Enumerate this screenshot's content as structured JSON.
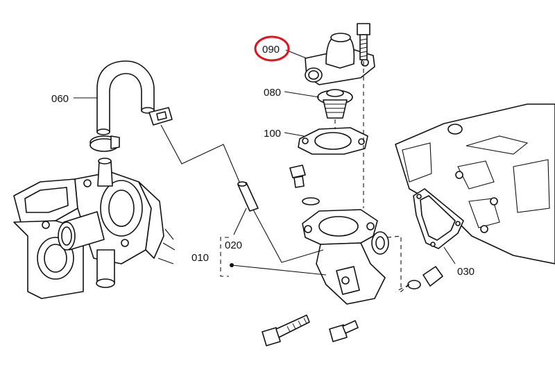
{
  "diagram": {
    "callouts": [
      {
        "id": "060",
        "text": "060"
      },
      {
        "id": "090",
        "text": "090",
        "highlighted": true
      },
      {
        "id": "080",
        "text": "080"
      },
      {
        "id": "100",
        "text": "100"
      },
      {
        "id": "010",
        "text": "010"
      },
      {
        "id": "020",
        "text": "020"
      },
      {
        "id": "030",
        "text": "030"
      }
    ],
    "highlight_color": "#e0141e",
    "line_color": "#111111"
  }
}
